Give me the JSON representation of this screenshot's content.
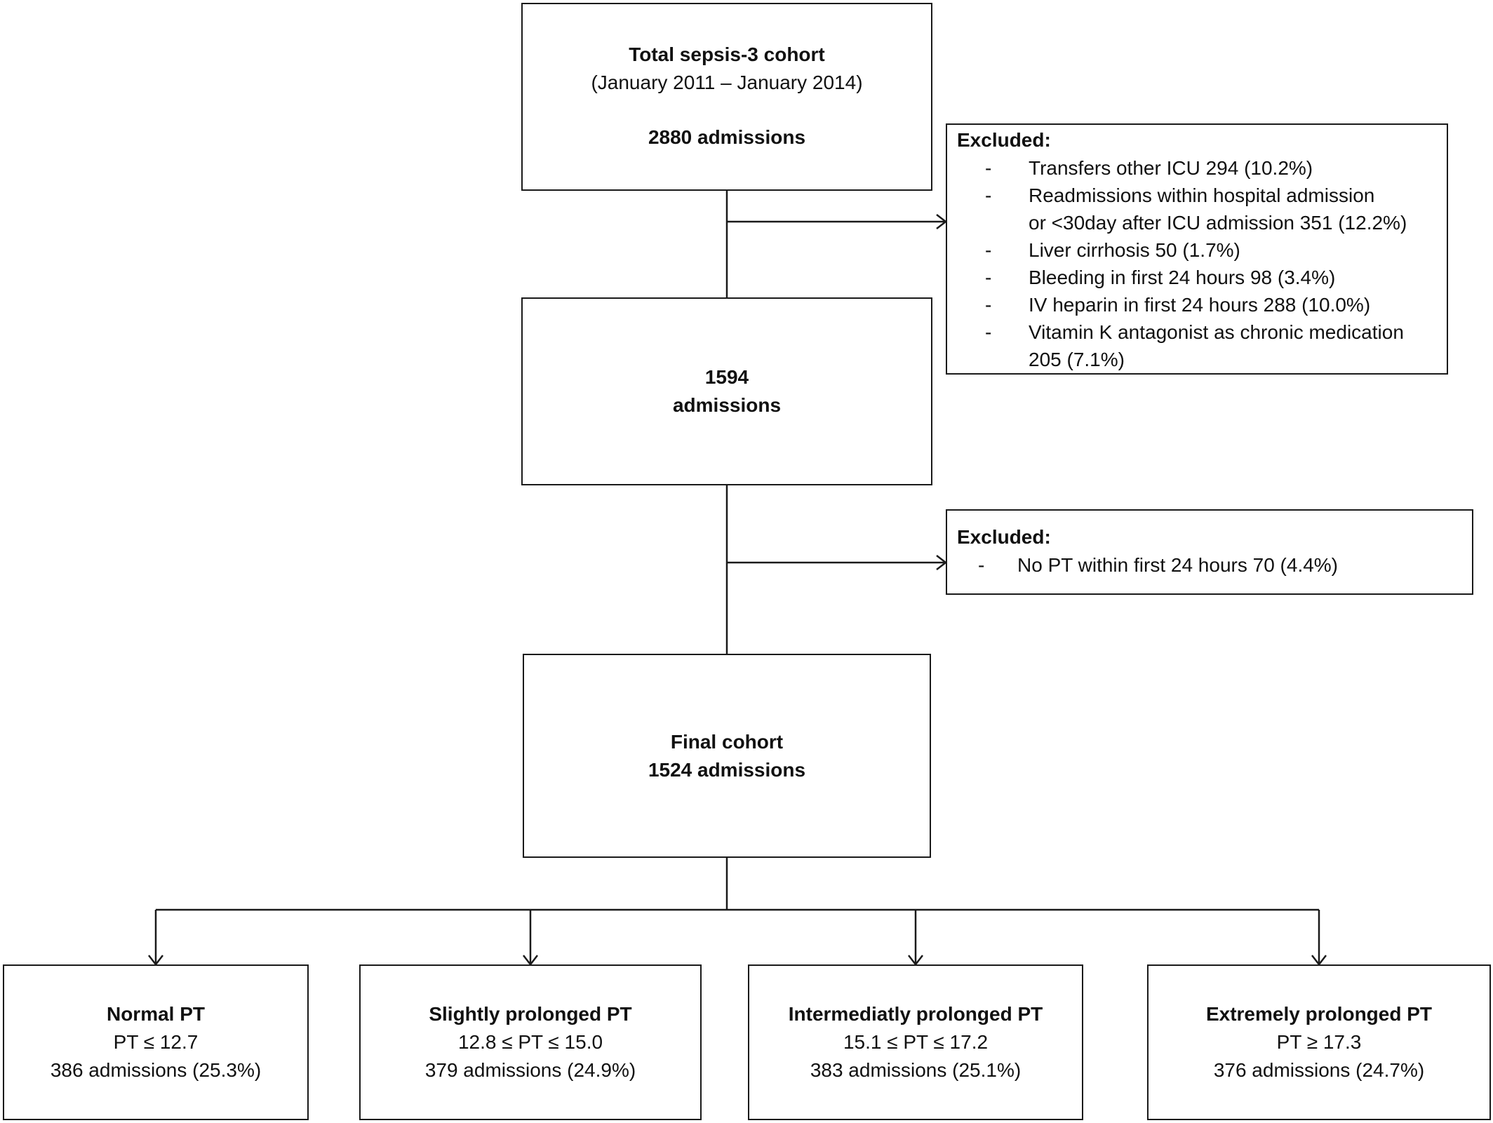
{
  "total_cohort": {
    "title": "Total sepsis-3 cohort",
    "period": "(January 2011 – January 2014)",
    "count": "2880 admissions"
  },
  "exclusion_1": {
    "title": "Excluded:",
    "items": [
      {
        "dash": "-",
        "text": "Transfers other ICU 294 (10.2%)"
      },
      {
        "dash": "-",
        "text": "Readmissions within hospital admission"
      },
      {
        "dash": "",
        "text": "or <30day after ICU admission 351 (12.2%)"
      },
      {
        "dash": "-",
        "text": "Liver cirrhosis 50 (1.7%)"
      },
      {
        "dash": "-",
        "text": "Bleeding in first 24 hours 98 (3.4%)"
      },
      {
        "dash": "-",
        "text": "IV heparin in first 24 hours 288 (10.0%)"
      },
      {
        "dash": "-",
        "text": "Vitamin K antagonist as chronic medication"
      },
      {
        "dash": "",
        "text": "205 (7.1%)"
      }
    ]
  },
  "intermediate_cohort": {
    "count": "1594",
    "unit": "admissions"
  },
  "exclusion_2": {
    "title": "Excluded:",
    "items": [
      {
        "dash": "-",
        "text": "No PT within first 24 hours 70 (4.4%)"
      }
    ]
  },
  "final_cohort": {
    "title": "Final cohort",
    "count": "1524 admissions"
  },
  "groups": [
    {
      "title": "Normal PT",
      "range": "PT ≤ 12.7",
      "count": "386 admissions (25.3%)"
    },
    {
      "title": "Slightly prolonged PT",
      "range": "12.8 ≤ PT ≤ 15.0",
      "count": "379 admissions (24.9%)"
    },
    {
      "title": "Intermediatly prolonged PT",
      "range": "15.1 ≤ PT ≤ 17.2",
      "count": "383 admissions (25.1%)"
    },
    {
      "title": "Extremely prolonged PT",
      "range": "PT ≥ 17.3",
      "count": "376 admissions (24.7%)"
    }
  ]
}
